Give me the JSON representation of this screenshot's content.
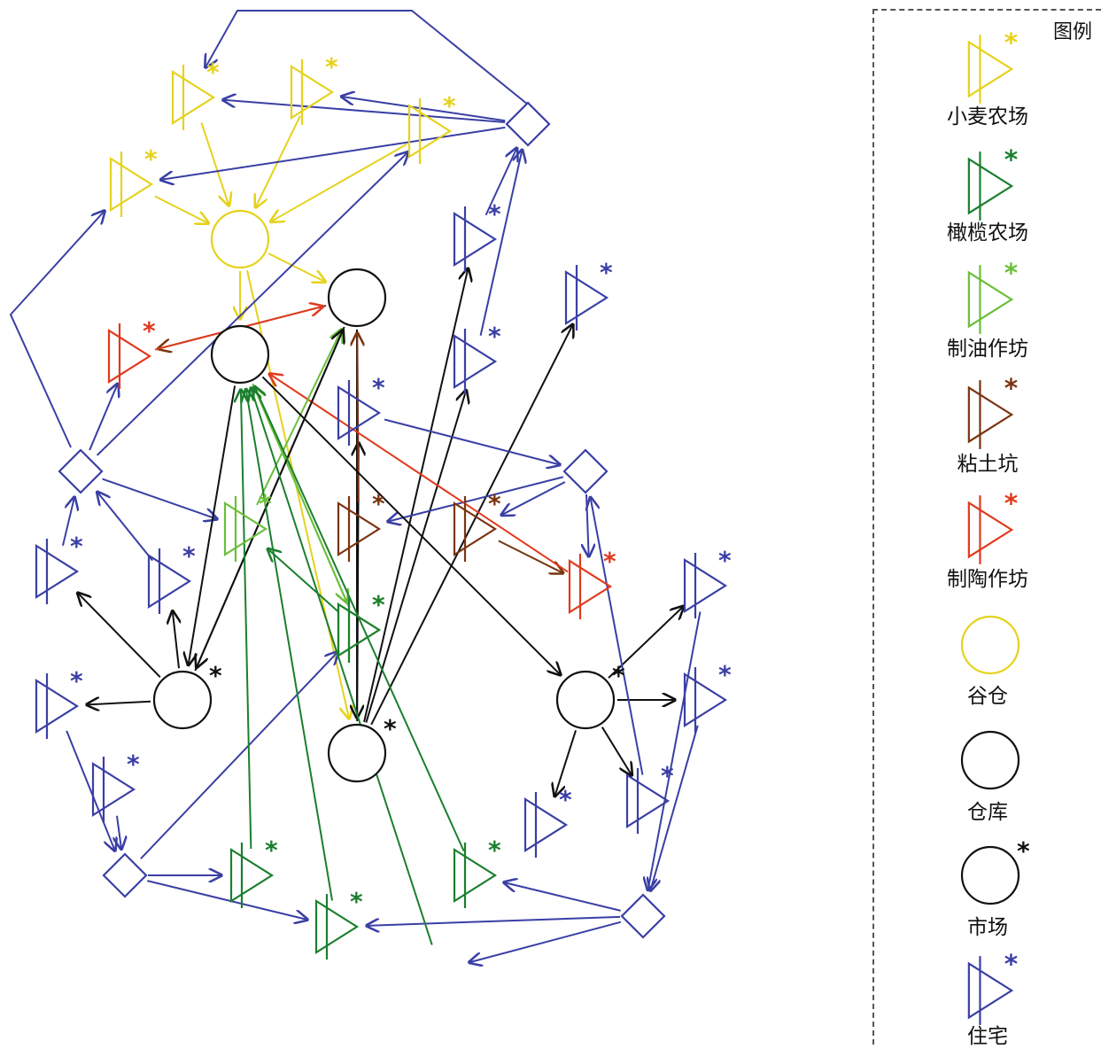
{
  "colors": {
    "wheat": "#e6d21c",
    "olive": "#1b7f2e",
    "oil": "#6abf3a",
    "clay": "#7a3410",
    "pottery": "#e03a1e",
    "granary": "#e6d21c",
    "warehouse": "#111111",
    "market": "#111111",
    "house": "#3a3fa5",
    "black_link": "#111111"
  },
  "legend": {
    "title": "图例",
    "items": [
      {
        "key": "wheat",
        "label": "小麦农场",
        "shape": "farm",
        "color": "#e6d21c"
      },
      {
        "key": "olive",
        "label": "橄榄农场",
        "shape": "farm",
        "color": "#1b7f2e"
      },
      {
        "key": "oil",
        "label": "制油作坊",
        "shape": "farm",
        "color": "#6abf3a"
      },
      {
        "key": "clay",
        "label": "粘土坑",
        "shape": "farm",
        "color": "#7a3410"
      },
      {
        "key": "pottery",
        "label": "制陶作坊",
        "shape": "farm",
        "color": "#e03a1e"
      },
      {
        "key": "granary",
        "label": "谷仓",
        "shape": "circle",
        "color": "#e6d21c"
      },
      {
        "key": "warehouse",
        "label": "仓库",
        "shape": "circle",
        "color": "#111111"
      },
      {
        "key": "market",
        "label": "市场",
        "shape": "circle-star",
        "color": "#111111"
      },
      {
        "key": "house",
        "label": "住宅",
        "shape": "farm",
        "color": "#3a3fa5"
      }
    ]
  },
  "nodes": [
    {
      "id": "w1",
      "type": "wheat"
    },
    {
      "id": "w2",
      "type": "wheat"
    },
    {
      "id": "w3",
      "type": "wheat"
    },
    {
      "id": "w4",
      "type": "wheat"
    },
    {
      "id": "granary",
      "type": "granary"
    },
    {
      "id": "wh1",
      "type": "warehouse"
    },
    {
      "id": "wh2",
      "type": "warehouse"
    },
    {
      "id": "m1",
      "type": "market"
    },
    {
      "id": "m2",
      "type": "market"
    },
    {
      "id": "m3",
      "type": "market"
    },
    {
      "id": "d1",
      "type": "junction"
    },
    {
      "id": "d2",
      "type": "junction"
    },
    {
      "id": "d3",
      "type": "junction"
    },
    {
      "id": "d4",
      "type": "junction"
    },
    {
      "id": "d5",
      "type": "junction"
    },
    {
      "id": "pot1",
      "type": "pottery"
    },
    {
      "id": "pot2",
      "type": "pottery"
    },
    {
      "id": "clay1",
      "type": "clay"
    },
    {
      "id": "clay2",
      "type": "clay"
    },
    {
      "id": "oil1",
      "type": "oil"
    },
    {
      "id": "oil2",
      "type": "oil"
    },
    {
      "id": "ol1",
      "type": "olive"
    },
    {
      "id": "ol2",
      "type": "olive"
    },
    {
      "id": "ol3",
      "type": "olive"
    },
    {
      "id": "ol4",
      "type": "olive"
    },
    {
      "id": "h1",
      "type": "house"
    },
    {
      "id": "h2",
      "type": "house"
    },
    {
      "id": "h3",
      "type": "house"
    },
    {
      "id": "h4",
      "type": "house"
    },
    {
      "id": "h5",
      "type": "house"
    },
    {
      "id": "h6",
      "type": "house"
    },
    {
      "id": "h7",
      "type": "house"
    },
    {
      "id": "h8",
      "type": "house"
    },
    {
      "id": "h9",
      "type": "house"
    },
    {
      "id": "h10",
      "type": "house"
    },
    {
      "id": "h11",
      "type": "house"
    },
    {
      "id": "h12",
      "type": "house"
    },
    {
      "id": "h13",
      "type": "house"
    }
  ],
  "edges": [
    {
      "from": "w1",
      "to": "granary",
      "color": "wheat"
    },
    {
      "from": "w2",
      "to": "granary",
      "color": "wheat"
    },
    {
      "from": "w3",
      "to": "granary",
      "color": "wheat"
    },
    {
      "from": "w4",
      "to": "granary",
      "color": "wheat"
    },
    {
      "from": "granary",
      "to": "wh1",
      "color": "wheat"
    },
    {
      "from": "granary",
      "to": "m1",
      "color": "wheat"
    },
    {
      "from": "granary",
      "to": "wh2",
      "color": "wheat"
    },
    {
      "from": "wh1",
      "to": "pot1",
      "color": "clay"
    },
    {
      "from": "pot1",
      "to": "wh1",
      "color": "pottery"
    },
    {
      "from": "wh1",
      "to": "m1",
      "color": "black_link"
    },
    {
      "from": "wh1",
      "to": "m2",
      "color": "black_link"
    },
    {
      "from": "m1",
      "to": "h1",
      "color": "black_link"
    },
    {
      "from": "m1",
      "to": "h2",
      "color": "black_link"
    },
    {
      "from": "m1",
      "to": "h3",
      "color": "black_link"
    },
    {
      "from": "m1",
      "to": "h4",
      "color": "black_link"
    },
    {
      "from": "h1",
      "to": "d1",
      "color": "house"
    },
    {
      "from": "h3",
      "to": "d1",
      "color": "house"
    },
    {
      "from": "d1",
      "to": "w3",
      "color": "house"
    },
    {
      "from": "d1",
      "to": "w2",
      "color": "house"
    },
    {
      "from": "d1",
      "to": "w1",
      "color": "house"
    },
    {
      "from": "h4",
      "to": "d3",
      "color": "house"
    },
    {
      "from": "d3",
      "to": "clay1",
      "color": "house"
    },
    {
      "from": "d3",
      "to": "clay2",
      "color": "house"
    },
    {
      "from": "d3",
      "to": "pot2",
      "color": "house"
    },
    {
      "from": "clay1",
      "to": "wh1",
      "color": "clay"
    },
    {
      "from": "clay2",
      "to": "pot2",
      "color": "clay"
    },
    {
      "from": "pot2",
      "to": "wh2",
      "color": "pottery"
    },
    {
      "from": "d2",
      "to": "w4",
      "color": "house"
    },
    {
      "from": "d2",
      "to": "pot1",
      "color": "house"
    },
    {
      "from": "d2",
      "to": "oil1",
      "color": "house"
    },
    {
      "from": "h5",
      "to": "d2",
      "color": "house"
    },
    {
      "from": "h6",
      "to": "d2",
      "color": "house"
    },
    {
      "from": "oil1",
      "to": "wh1",
      "color": "oil"
    },
    {
      "from": "ol4",
      "to": "oil1",
      "color": "olive"
    },
    {
      "from": "wh2",
      "to": "oil2",
      "color": "oil"
    },
    {
      "from": "oil2",
      "to": "wh2",
      "color": "oil"
    },
    {
      "from": "wh2",
      "to": "m2",
      "color": "black_link"
    },
    {
      "from": "wh2",
      "to": "m3",
      "color": "black_link"
    },
    {
      "from": "m2",
      "to": "h5",
      "color": "black_link"
    },
    {
      "from": "m2",
      "to": "h6",
      "color": "black_link"
    },
    {
      "from": "m2",
      "to": "h7",
      "color": "black_link"
    },
    {
      "from": "m2",
      "to": "wh1",
      "color": "black_link"
    },
    {
      "from": "h8",
      "to": "d4",
      "color": "house"
    },
    {
      "from": "h7",
      "to": "d4",
      "color": "house"
    },
    {
      "from": "d4",
      "to": "oil2",
      "color": "house"
    },
    {
      "from": "d4",
      "to": "ol1",
      "color": "house"
    },
    {
      "from": "d4",
      "to": "ol2",
      "color": "house"
    },
    {
      "from": "m3",
      "to": "h9",
      "color": "black_link"
    },
    {
      "from": "m3",
      "to": "h10",
      "color": "black_link"
    },
    {
      "from": "m3",
      "to": "h11",
      "color": "black_link"
    },
    {
      "from": "m3",
      "to": "h12",
      "color": "black_link"
    },
    {
      "from": "h12",
      "to": "d3",
      "color": "house"
    },
    {
      "from": "h10",
      "to": "d5",
      "color": "house"
    },
    {
      "from": "h9",
      "to": "d5",
      "color": "house"
    },
    {
      "from": "d5",
      "to": "ol3",
      "color": "house"
    },
    {
      "from": "d5",
      "to": "ol2",
      "color": "house"
    },
    {
      "from": "d5",
      "to": "ol5",
      "color": "house"
    },
    {
      "from": "ol1",
      "to": "wh2",
      "color": "olive"
    },
    {
      "from": "ol2",
      "to": "wh2",
      "color": "olive"
    },
    {
      "from": "ol3",
      "to": "wh2",
      "color": "olive"
    },
    {
      "from": "ol5",
      "to": "wh2",
      "color": "olive"
    },
    {
      "from": "wh2",
      "to": "h13",
      "color": "black_link"
    }
  ]
}
